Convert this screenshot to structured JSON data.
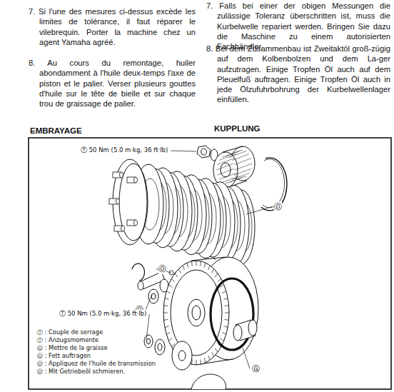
{
  "diagram": {
    "labels": [
      "7. Si l'une des mesures ci-dessus excède les limites de tolérance, il faut réparer le vilebrequin. Porter la machine chez un agent Yamaha agréé.",
      "8. Au cours du remontage, huiler abondamment à l'huile deux-temps l'axe de piston et le palier. Verser plusieurs gouttes d'huile sur le tête de bielle et sur chaque trou de graissage de palier.",
      "7. Falls bei einer der obigen Messungen die zulässige Toleranz überschritten ist, muss die Kurbelwelle repariert werden. Bringen Sie dazu die Maschine zu einem autorisierten Fachhändler.",
      "8. Bei dem Zusammenbau ist Zweitaktöl groß-zügig auf dem Kolbenbolzen und dem La-ger aufzutragen. Einige Tropfen Öl auch auf dem Pleuelfuß auftragen. Einige Tropfen Öl auch in jede Ölzufuhrbohrung der Kurbelwellenlager einfüllen.",
      "EMBRAYAGE",
      "KUPPLUNG",
      "Ⓣ 50 Nm (5.0 m·kg, 36 ft·lb)",
      "Ⓞ",
      "Ⓞ",
      "Ⓞ",
      "Ⓣ 50 Nm (5.0 m·kg, 36 ft·lb)",
      "Ⓖ",
      "Ⓣ : Couple de serrage",
      "Ⓣ : Anzugsmomente",
      "Ⓖ : Mettre de la graisse",
      "Ⓖ : Fett auftragen",
      "Ⓞ : Appliquez de l'huile de transmission",
      "Ⓞ : Mit Getriebeöl schmieren."
    ]
  }
}
